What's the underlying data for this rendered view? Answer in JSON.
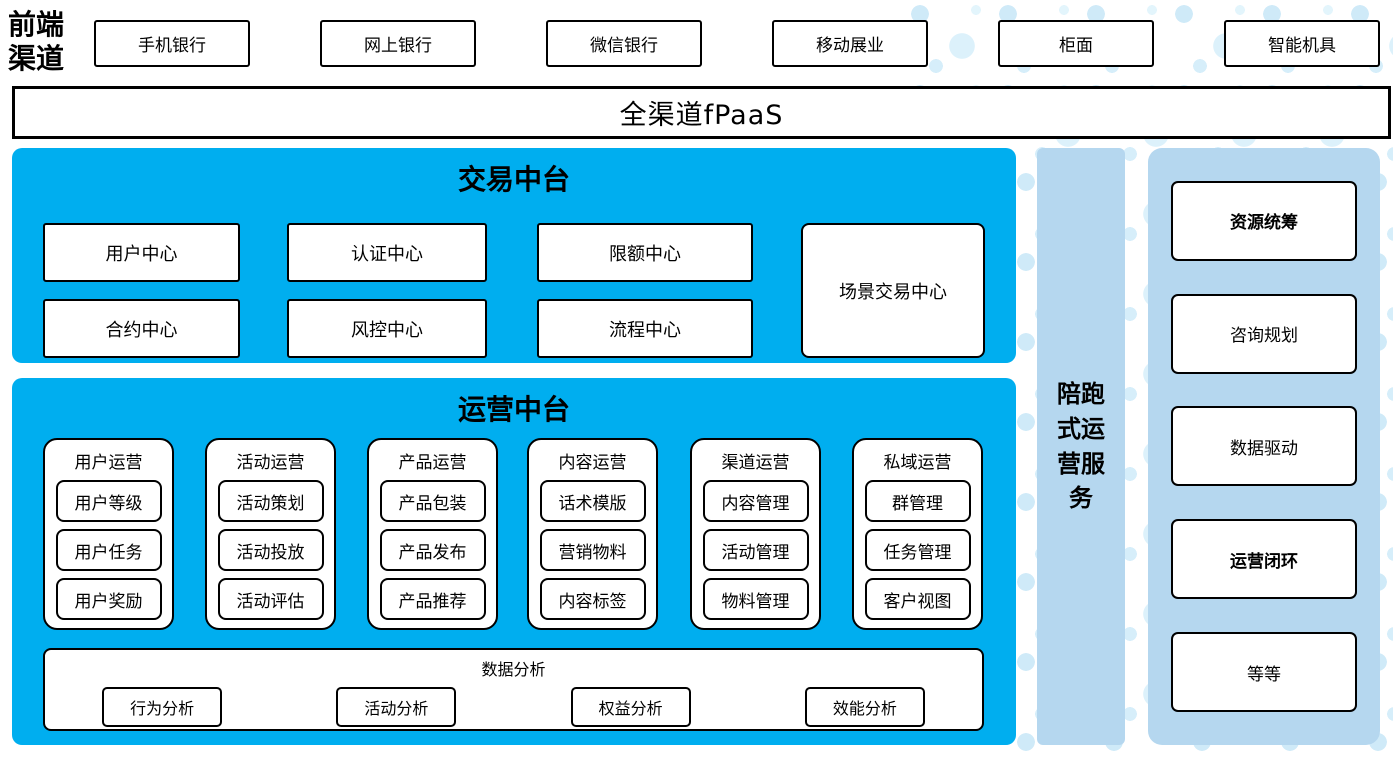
{
  "front_channel": {
    "label": "前端渠道"
  },
  "channels": {
    "items": [
      "手机银行",
      "网上银行",
      "微信银行",
      "移动展业",
      "柜面",
      "智能机具"
    ]
  },
  "fpaas": {
    "label": "全渠道fPaaS"
  },
  "trade_platform": {
    "title": "交易中台",
    "centers": [
      "用户中心",
      "认证中心",
      "限额中心",
      "合约中心",
      "风控中心",
      "流程中心"
    ],
    "scene_center": "场景交易中心"
  },
  "operation_platform": {
    "title": "运营中台",
    "groups": [
      {
        "title": "用户运营",
        "items": [
          "用户等级",
          "用户任务",
          "用户奖励"
        ]
      },
      {
        "title": "活动运营",
        "items": [
          "活动策划",
          "活动投放",
          "活动评估"
        ]
      },
      {
        "title": "产品运营",
        "items": [
          "产品包装",
          "产品发布",
          "产品推荐"
        ]
      },
      {
        "title": "内容运营",
        "items": [
          "话术模版",
          "营销物料",
          "内容标签"
        ]
      },
      {
        "title": "渠道运营",
        "items": [
          "内容管理",
          "活动管理",
          "物料管理"
        ]
      },
      {
        "title": "私域运营",
        "items": [
          "群管理",
          "任务管理",
          "客户视图"
        ]
      }
    ],
    "analysis": {
      "title": "数据分析",
      "items": [
        "行为分析",
        "活动分析",
        "权益分析",
        "效能分析"
      ]
    }
  },
  "side_band": {
    "label": "陪跑式运营服务"
  },
  "right_panel": {
    "items": [
      {
        "label": "资源统筹",
        "bold": true
      },
      {
        "label": "咨询规划",
        "bold": false
      },
      {
        "label": "数据驱动",
        "bold": false
      },
      {
        "label": "运营闭环",
        "bold": true
      },
      {
        "label": "等等",
        "bold": false
      }
    ]
  },
  "colors": {
    "primary_blue": "#00AEEF",
    "light_blue": "#B5D7EF",
    "dot_blue": "#D6EEFA",
    "border": "#000000"
  }
}
